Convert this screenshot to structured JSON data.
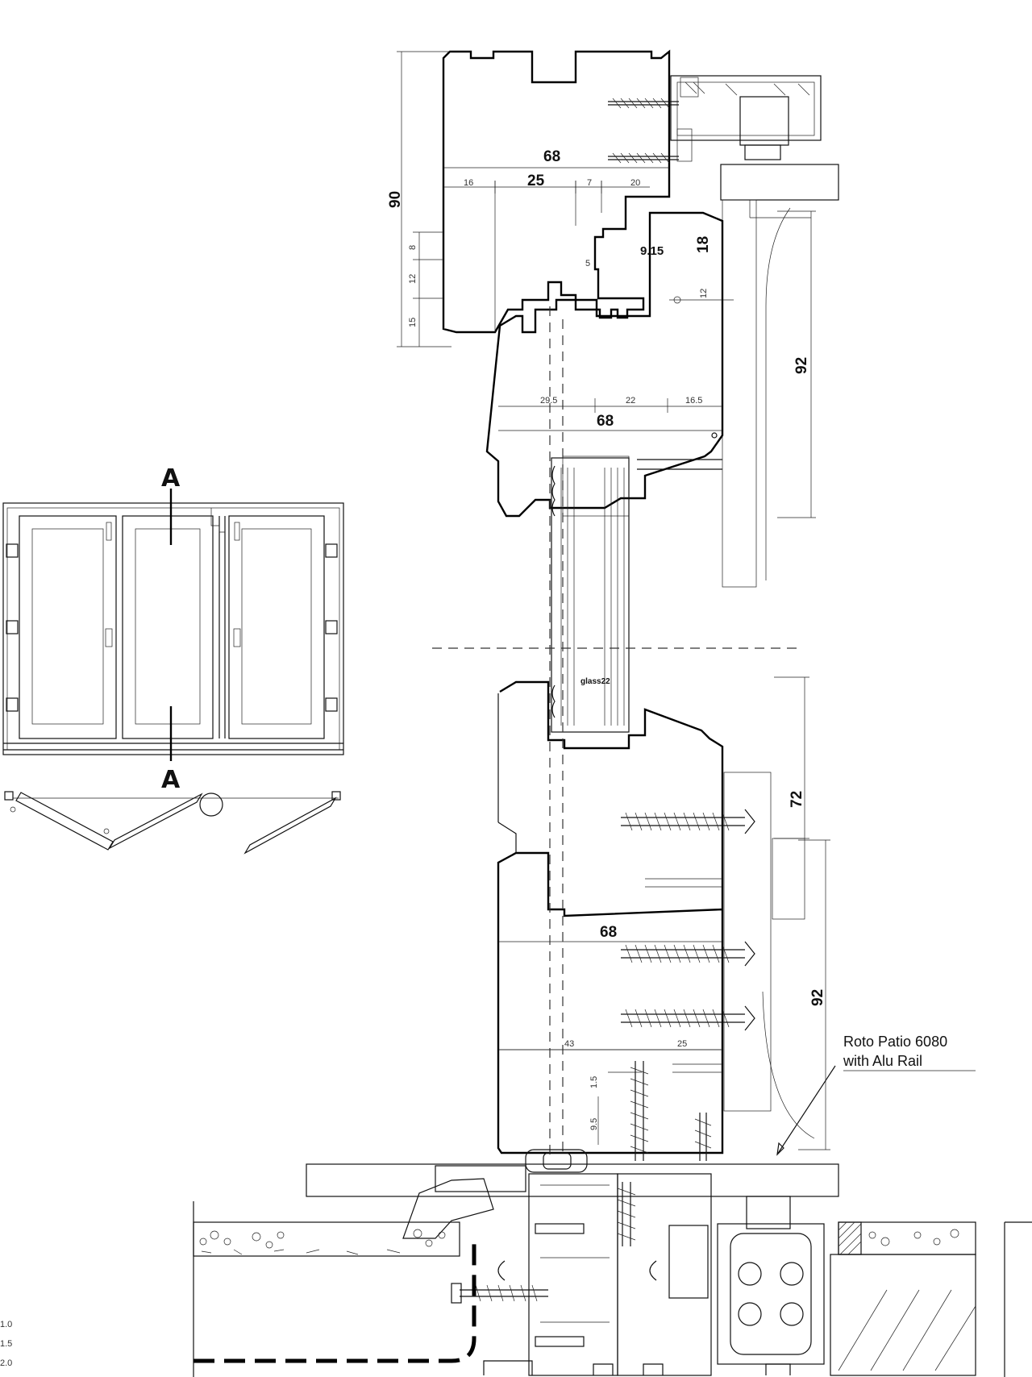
{
  "section_label": "A",
  "glass_label": "glass22",
  "hardware_note": {
    "line1": "Roto Patio 6080",
    "line2": "with Alu Rail"
  },
  "dimensions": {
    "frame_height": "90",
    "frame_depth_top": "68",
    "rebate": "25",
    "top_d16": "16",
    "top_d7": "7",
    "top_d20": "20",
    "d8": "8",
    "d12": "12",
    "d15": "15",
    "seal": "9.15",
    "gap": "18",
    "d5": "5",
    "d12b": "12",
    "sash_d29": "29.5",
    "sash_d22": "22",
    "sash_d16": "16.5",
    "sash_depth": "68",
    "sash_top_height": "92",
    "sash_mid": "72",
    "sash_depth_bottom": "68",
    "sash_bottom_height": "92",
    "bot_d43": "43",
    "bot_d25": "25",
    "bot_d15": "1.5",
    "bot_d95": "9.5"
  },
  "legend": [
    "1.0",
    "1.5",
    "2.0"
  ]
}
